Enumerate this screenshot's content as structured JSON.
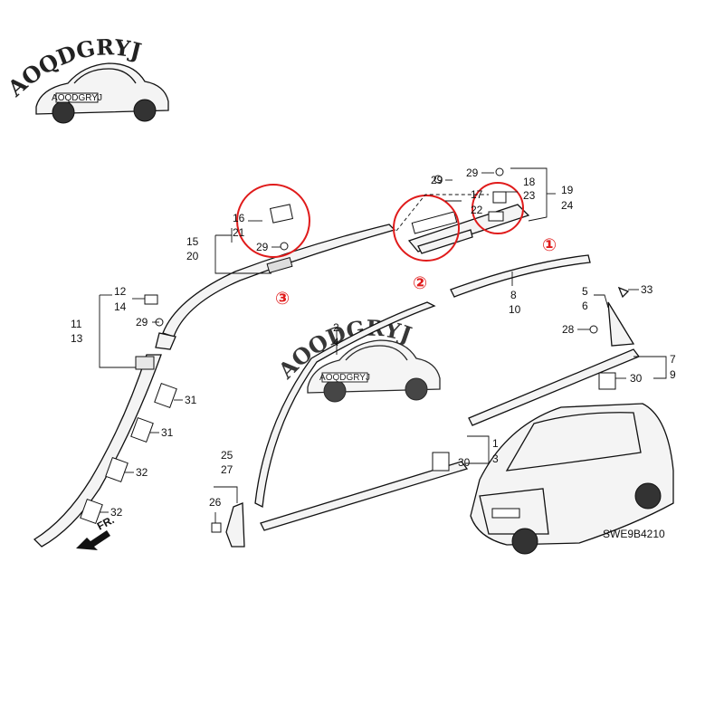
{
  "watermark": {
    "brand": "AOQDGRYJ",
    "plate": "AOQDGRYJ"
  },
  "diagram_code": "SWE9B4210",
  "front_marker": "FR.",
  "highlights": [
    "①",
    "②",
    "③"
  ],
  "callouts": {
    "c29a": "29",
    "c29b": "29",
    "c18": "18",
    "c23": "23",
    "c19": "19",
    "c24": "24",
    "c17": "17",
    "c22": "22",
    "c16": "16",
    "c21": "21",
    "c29c": "29",
    "c15": "15",
    "c20": "20",
    "c12": "12",
    "c14": "14",
    "c29d": "29",
    "c11": "11",
    "c13": "13",
    "c8": "8",
    "c10": "10",
    "c5": "5",
    "c6": "6",
    "c33": "33",
    "c28": "28",
    "c7": "7",
    "c9": "9",
    "c30a": "30",
    "c2": "2",
    "c4": "4",
    "c31a": "31",
    "c31b": "31",
    "c32a": "32",
    "c32b": "32",
    "c1": "1",
    "c3": "3",
    "c30b": "30",
    "c25": "25",
    "c27": "27",
    "c26": "26"
  }
}
